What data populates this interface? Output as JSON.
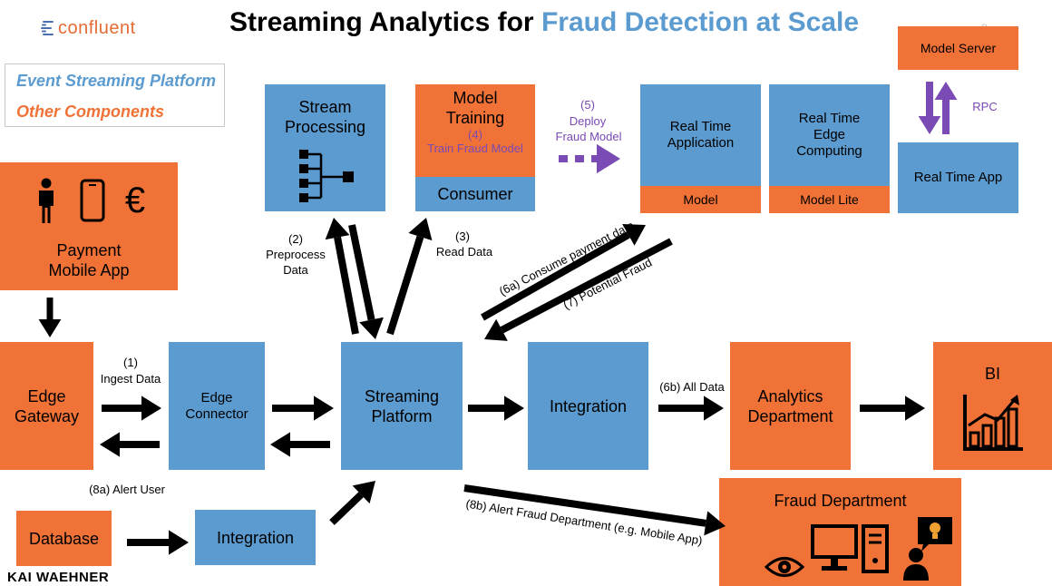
{
  "brand": {
    "logo_text": "confluent",
    "author": "KAI WAEHNER",
    "page_marker": "8"
  },
  "title": {
    "part1": "Streaming Analytics for ",
    "part2": "Fraud Detection at Scale"
  },
  "legend": {
    "platform": "Event Streaming Platform",
    "other": "Other Components"
  },
  "colors": {
    "platform": "#5b9bd0",
    "other": "#f07236",
    "title_accent": "#5b9bd0",
    "annotation": "#7a4ab5"
  },
  "boxes": {
    "payment_app": {
      "line1": "Payment",
      "line2": "Mobile App",
      "icons": [
        "person-icon",
        "smartphone-icon",
        "euro-icon"
      ]
    },
    "edge_gateway": {
      "line1": "Edge",
      "line2": "Gateway"
    },
    "edge_connector": {
      "line1": "Edge",
      "line2": "Connector"
    },
    "streaming_platform": {
      "line1": "Streaming",
      "line2": "Platform"
    },
    "integration_main": {
      "label": "Integration"
    },
    "analytics_department": {
      "line1": "Analytics",
      "line2": "Department"
    },
    "bi": {
      "label": "BI"
    },
    "database": {
      "label": "Database"
    },
    "integration_db": {
      "label": "Integration"
    },
    "fraud_department": {
      "label": "Fraud Department"
    },
    "stream_processing": {
      "line1": "Stream",
      "line2": "Processing"
    },
    "model_training": {
      "line1": "Model",
      "line2": "Training",
      "step": "(4)",
      "step_label": "Train Fraud Model",
      "consumer": "Consumer"
    },
    "real_time_application": {
      "line1": "Real Time",
      "line2": "Application",
      "model": "Model"
    },
    "real_time_edge": {
      "line1": "Real Time",
      "line2": "Edge",
      "line3": "Computing",
      "model": "Model Lite"
    },
    "model_server": {
      "label": "Model Server"
    },
    "real_time_app": {
      "label": "Real Time App"
    }
  },
  "steps": {
    "s1": {
      "num": "(1)",
      "text": "Ingest Data"
    },
    "s2": {
      "num": "(2)",
      "line1": "Preprocess",
      "line2": "Data"
    },
    "s3": {
      "num": "(3)",
      "text": "Read Data"
    },
    "s5": {
      "num": "(5)",
      "line1": "Deploy",
      "line2": "Fraud Model"
    },
    "s6a": {
      "text": "(6a) Consume payment data"
    },
    "s7": {
      "text": "(7) Potential Fraud"
    },
    "s6b": {
      "text": "(6b) All Data"
    },
    "s8a": {
      "text": "(8a) Alert User"
    },
    "s8b": {
      "text": "(8b) Alert Fraud Department (e.g. Mobile App)"
    },
    "rpc": {
      "text": "RPC"
    }
  }
}
